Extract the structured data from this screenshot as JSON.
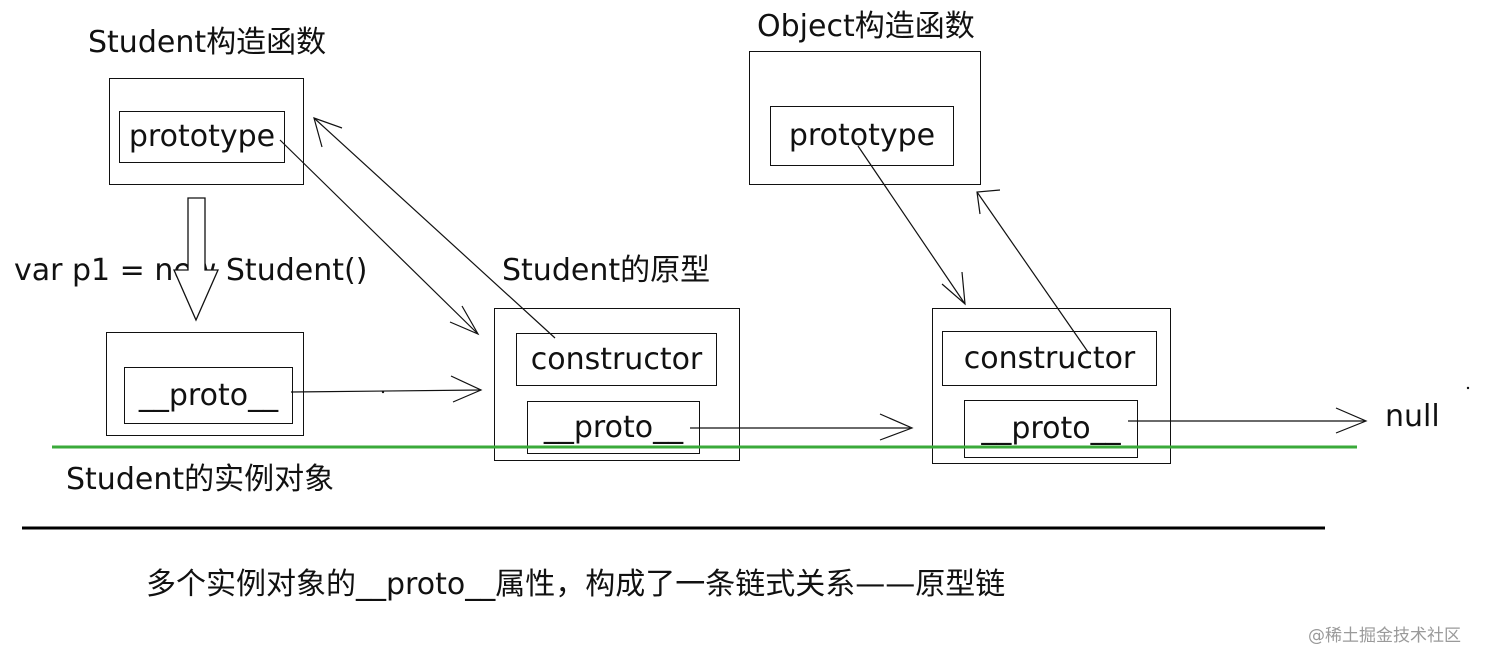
{
  "diagram": {
    "student_ctor_title": "Student构造函数",
    "object_ctor_title": "Object构造函数",
    "student_proto_title": "Student的原型",
    "student_instance_title": "Student的实例对象",
    "new_expression": "var p1 = new Student()",
    "prototype_label": "prototype",
    "constructor_label": "constructor",
    "proto_label": "__proto__",
    "null_label": "null",
    "caption": "多个实例对象的__proto__属性，构成了一条链式关系——原型链",
    "watermark": "@稀土掘金技术社区"
  },
  "colors": {
    "ink": "#111111",
    "baseline_green": "#3aaa3a",
    "divider": "#000000",
    "watermark": "#9a9a9a"
  }
}
